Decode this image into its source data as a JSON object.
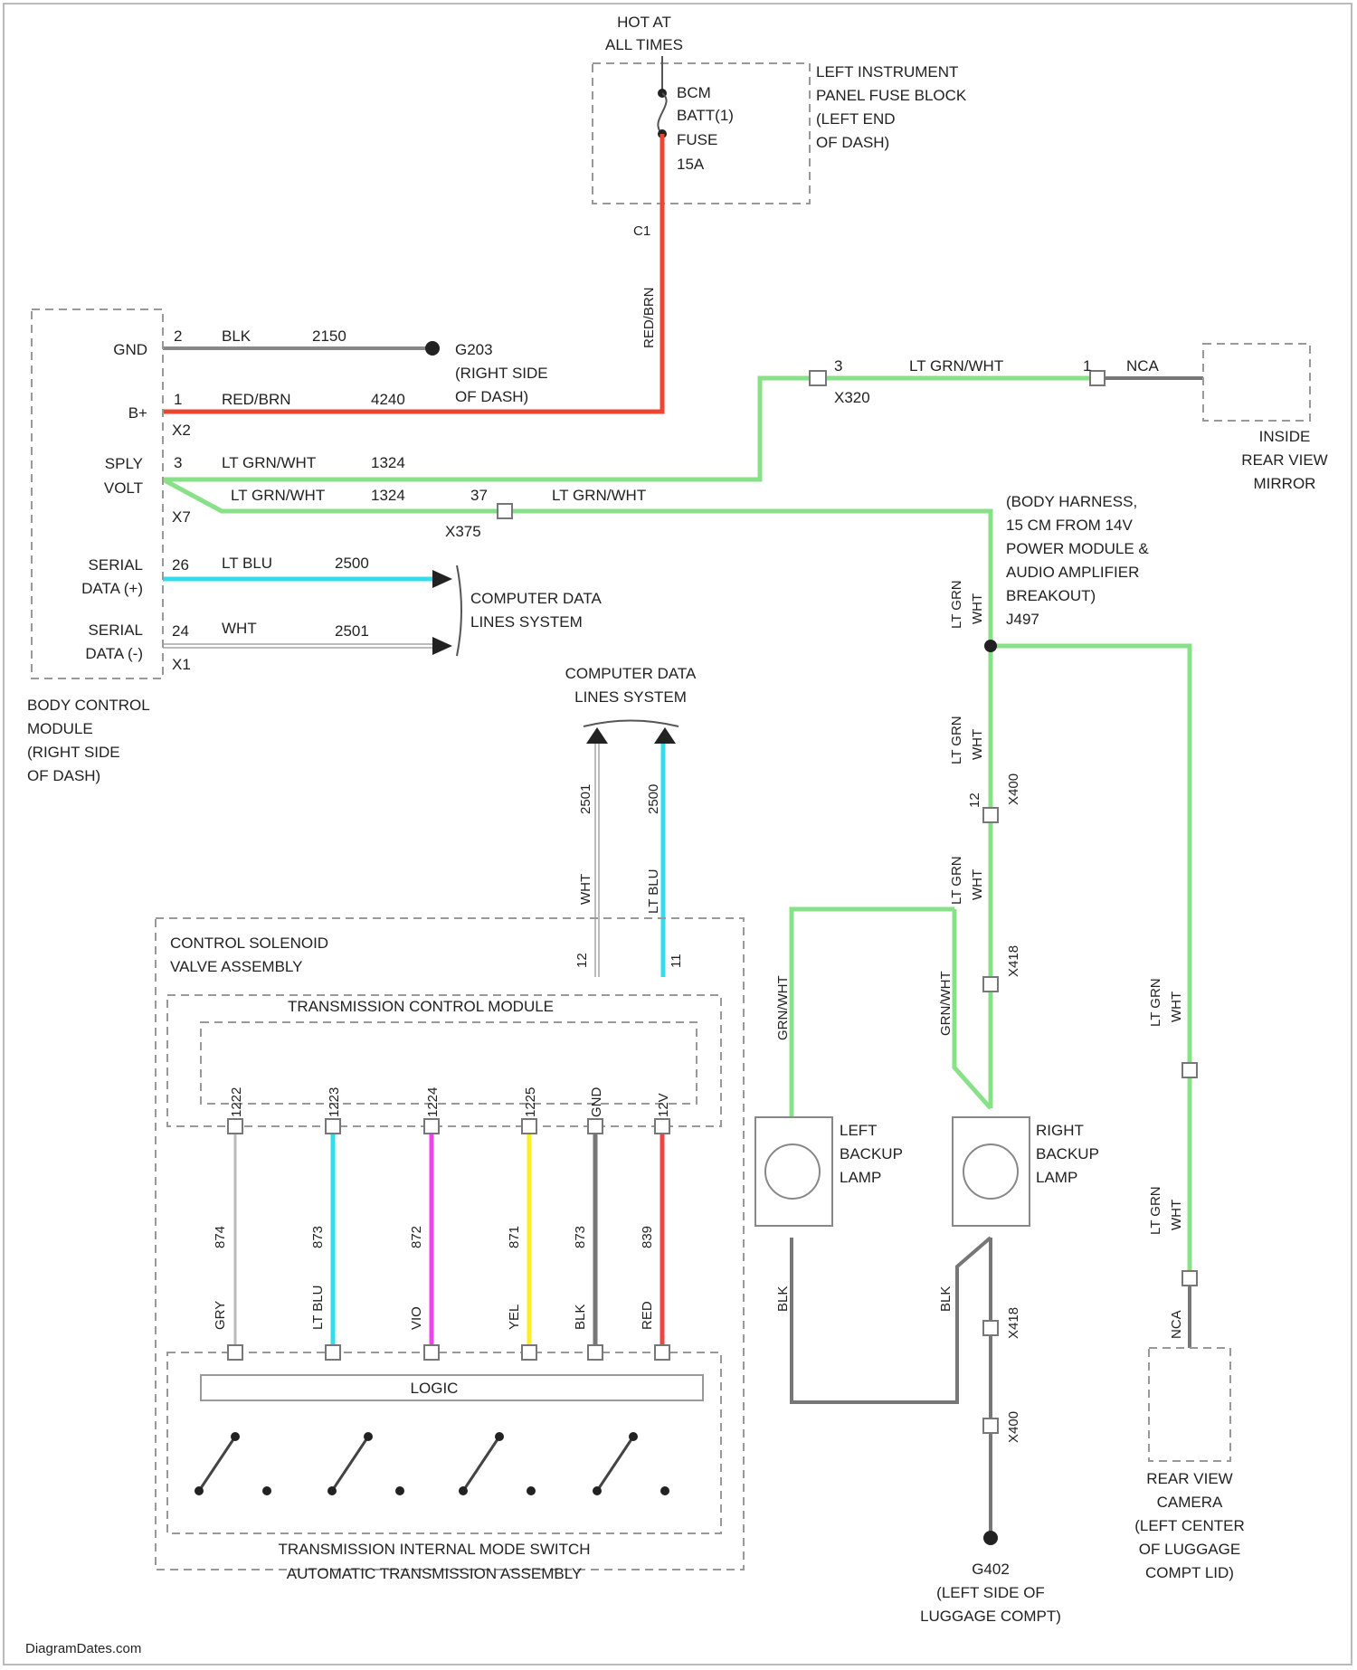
{
  "fuse_block": {
    "hot": [
      "HOT AT",
      "ALL TIMES"
    ],
    "fuse": [
      "BCM",
      "BATT(1)",
      "FUSE",
      "15A"
    ],
    "location": [
      "LEFT INSTRUMENT",
      "PANEL FUSE BLOCK",
      "(LEFT END",
      "OF DASH)"
    ],
    "pin": "C1",
    "wire": "RED/BRN"
  },
  "bcm": {
    "name": [
      "BODY CONTROL",
      "MODULE",
      "(RIGHT SIDE",
      "OF DASH)"
    ],
    "pins": {
      "gnd": {
        "label": "GND",
        "pin": "2",
        "color": "BLK",
        "circuit": "2150"
      },
      "bplus": {
        "label": "B+",
        "pin": "1",
        "connector": "X2",
        "color": "RED/BRN",
        "circuit": "4240"
      },
      "sply": {
        "label": [
          "SPLY",
          "VOLT"
        ],
        "pin": "3",
        "connector": "X7",
        "color": "LT GRN/WHT",
        "circuit": "1324"
      },
      "sply2": {
        "color": "LT GRN/WHT",
        "circuit": "1324"
      },
      "serial_hi": {
        "label": [
          "SERIAL",
          "DATA (+)"
        ],
        "pin": "26",
        "color": "LT BLU",
        "circuit": "2500"
      },
      "serial_lo": {
        "label": [
          "SERIAL",
          "DATA (-)"
        ],
        "pin": "24",
        "connector": "X1",
        "color": "WHT",
        "circuit": "2501"
      }
    }
  },
  "ground_g203": {
    "name": "G203",
    "location": [
      "(RIGHT SIDE",
      "OF DASH)"
    ]
  },
  "computer_data": {
    "label": [
      "COMPUTER DATA",
      "LINES SYSTEM"
    ]
  },
  "connector_x320": {
    "pin": "3",
    "name": "X320",
    "color": "LT GRN/WHT",
    "pin2": "1",
    "nca": "NCA"
  },
  "mirror": {
    "label": [
      "INSIDE",
      "REAR VIEW",
      "MIRROR"
    ]
  },
  "connector_x375": {
    "pin": "37",
    "name": "X375",
    "color": "LT GRN/WHT"
  },
  "splice": {
    "label": [
      "(BODY HARNESS,",
      "15 CM FROM 14V",
      "POWER MODULE &",
      "AUDIO AMPLIFIER",
      "BREAKOUT)",
      "J497"
    ]
  },
  "green_wire": {
    "color": "LT GRN",
    "circuit": "WHT"
  },
  "connector_x400": {
    "pin": "12",
    "name": "X400"
  },
  "connector_x418": {
    "name": "X418"
  },
  "backup_lamps": {
    "left": {
      "label": [
        "LEFT",
        "BACKUP",
        "LAMP"
      ],
      "wire": "GRN/WHT",
      "ground": "BLK"
    },
    "right": {
      "label": [
        "RIGHT",
        "BACKUP",
        "LAMP"
      ],
      "wire": "GRN/WHT",
      "ground": "BLK"
    }
  },
  "ground_g402": {
    "name": "G402",
    "location": [
      "(LEFT SIDE OF",
      "LUGGAGE COMPT)"
    ],
    "connector_a": "X418",
    "connector_b": "X400"
  },
  "camera": {
    "label": [
      "REAR VIEW",
      "CAMERA",
      "(LEFT CENTER",
      "OF LUGGAGE",
      "COMPT LID)"
    ],
    "nca": "NCA",
    "color": "LT GRN",
    "circuit": "WHT"
  },
  "transmission": {
    "assembly": [
      "CONTROL SOLENOID",
      "VALVE ASSEMBLY"
    ],
    "tcm": "TRANSMISSION CONTROL MODULE",
    "logic": "LOGIC",
    "switch": "TRANSMISSION INTERNAL MODE SWITCH",
    "auto": "AUTOMATIC TRANSMISSION ASSEMBLY",
    "data_wires": [
      {
        "color": "WHT",
        "circuit": "2501",
        "pin": "12"
      },
      {
        "color": "LT BLU",
        "circuit": "2500",
        "pin": "11"
      }
    ],
    "wires": [
      {
        "top": "1222",
        "color": "GRY",
        "circuit": "874",
        "hex": "#bbbbbb"
      },
      {
        "top": "1223",
        "color": "LT BLU",
        "circuit": "873",
        "hex": "#33ddee"
      },
      {
        "top": "1224",
        "color": "VIO",
        "circuit": "872",
        "hex": "#ee44ee"
      },
      {
        "top": "1225",
        "color": "YEL",
        "circuit": "871",
        "hex": "#ffee22"
      },
      {
        "top": "GND",
        "color": "BLK",
        "circuit": "873",
        "hex": "#777777"
      },
      {
        "top": "12V",
        "color": "RED",
        "circuit": "839",
        "hex": "#ee4444"
      }
    ]
  },
  "watermark": "DiagramDates.com",
  "colors": {
    "red": "#ee4433",
    "green": "#88e088",
    "cyan": "#33ddee",
    "black": "#777777",
    "white": "#cccccc"
  }
}
